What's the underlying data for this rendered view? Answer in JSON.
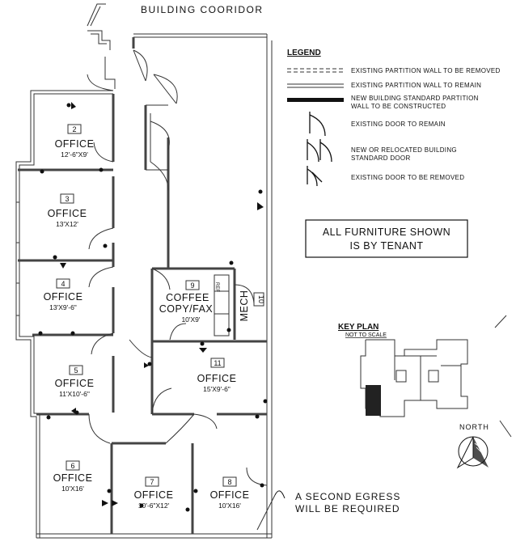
{
  "corridor_label": "BUILDING COORIDOR",
  "rooms": [
    {
      "num": "2",
      "name": "OFFICE",
      "dim": "12'-6\"X9'"
    },
    {
      "num": "3",
      "name": "OFFICE",
      "dim": "13'X12'"
    },
    {
      "num": "4",
      "name": "OFFICE",
      "dim": "13'X9'-6\""
    },
    {
      "num": "5",
      "name": "OFFICE",
      "dim": "11'X10'-6\""
    },
    {
      "num": "6",
      "name": "OFFICE",
      "dim": "10'X16'"
    },
    {
      "num": "7",
      "name": "OFFICE",
      "dim": "10'-6\"X12'"
    },
    {
      "num": "8",
      "name": "OFFICE",
      "dim": "10'X16'"
    },
    {
      "num": "9",
      "name": "COFFEE COPY/FAX",
      "name_line1": "COFFEE",
      "name_line2": "COPY/FAX",
      "dim": "10'X9'"
    },
    {
      "num": "10",
      "name": "MECH"
    },
    {
      "num": "11",
      "name": "OFFICE",
      "dim": "15'X9'-6\""
    }
  ],
  "fixture_label": "REF",
  "legend": {
    "title": "LEGEND",
    "items": [
      "EXISTING PARTITION WALL TO BE REMOVED",
      "EXISTING PARTITION WALL TO REMAIN",
      "NEW BUILDING STANDARD PARTITION WALL TO BE CONSTRUCTED",
      "EXISTING DOOR TO REMAIN",
      "NEW OR RELOCATED BUILDING STANDARD DOOR",
      "EXISTING DOOR TO BE REMOVED"
    ],
    "item3_line1": "NEW BUILDING STANDARD PARTITION",
    "item3_line2": "WALL TO BE CONSTRUCTED",
    "item5_line1": "NEW OR RELOCATED BUILDING",
    "item5_line2": "STANDARD DOOR"
  },
  "furniture_note": {
    "line1": "ALL FURNITURE SHOWN",
    "line2": "IS BY TENANT"
  },
  "key_plan": {
    "title": "KEY PLAN",
    "subtitle": "NOT TO SCALE"
  },
  "north_label": "NORTH",
  "egress_note": {
    "line1": "A SECOND EGRESS",
    "line2": "WILL BE REQUIRED"
  }
}
